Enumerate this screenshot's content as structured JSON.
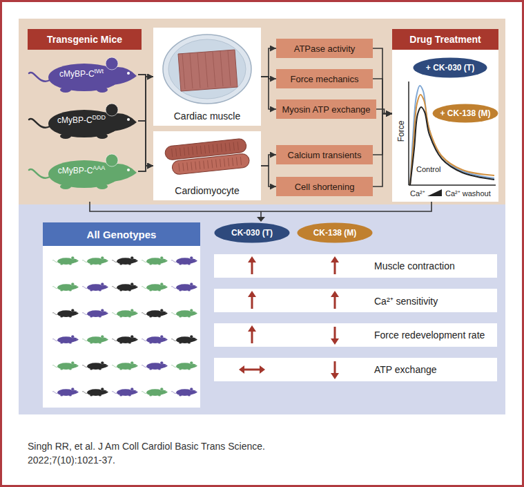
{
  "diagram": {
    "caption": "Singh RR, et al. J Am Coll Cardiol Basic Trans Science. 2022;7(10):1021-37.",
    "nodes": [
      {
        "text": [
          "Transgenic Mice"
        ]
      },
      {
        "text": [
          "cMyBP-C",
          "tWt"
        ]
      },
      {
        "text": [
          "cMyBP-C",
          "DDD"
        ]
      },
      {
        "text": [
          "cMyBP-C",
          "AAA"
        ]
      },
      {
        "text": [
          "Cardiac muscle"
        ]
      },
      {
        "text": [
          "Cardiomyocyte"
        ]
      },
      {
        "text": [
          "ATPase activity"
        ]
      },
      {
        "text": [
          "Force mechanics"
        ]
      },
      {
        "text": [
          "Myosin ATP exchange"
        ]
      },
      {
        "text": [
          "Calcium transients"
        ]
      },
      {
        "text": [
          "Cell shortening"
        ]
      },
      {
        "text": [
          "Drug Treatment"
        ]
      },
      {
        "text": [
          "+ CK-030 (T)"
        ],
        "in": 11
      },
      {
        "text": [
          "+ CK-138 (M)"
        ],
        "in": 11
      },
      {
        "text": [
          "All Genotypes"
        ]
      },
      {
        "text": [
          "CK-030 (T)"
        ]
      },
      {
        "text": [
          "CK-138 (M)"
        ]
      },
      {
        "text": [
          "Muscle contraction"
        ]
      },
      {
        "text": [
          "Ca²⁺ sensitivity"
        ]
      },
      {
        "text": [
          "Force redevelopment rate"
        ]
      },
      {
        "text": [
          "ATP exchange"
        ]
      }
    ],
    "edges": [
      {
        "from": 1,
        "to": 4,
        "arrow": "to"
      },
      {
        "from": 1,
        "to": 5,
        "arrow": "to"
      },
      {
        "from": 2,
        "to": 4,
        "arrow": "to"
      },
      {
        "from": 2,
        "to": 5,
        "arrow": "to"
      },
      {
        "from": 3,
        "to": 4,
        "arrow": "to"
      },
      {
        "from": 3,
        "to": 5,
        "arrow": "to"
      },
      {
        "from": 4,
        "to": 6,
        "arrow": "to"
      },
      {
        "from": 4,
        "to": 7,
        "arrow": "to"
      },
      {
        "from": 4,
        "to": 8,
        "arrow": "to"
      },
      {
        "from": 5,
        "to": 9,
        "arrow": "to"
      },
      {
        "from": 5,
        "to": 10,
        "arrow": "to"
      },
      {
        "from": 6,
        "to": 11,
        "arrow": "to"
      },
      {
        "from": 7,
        "to": 11,
        "arrow": "to"
      },
      {
        "from": 8,
        "to": 11,
        "arrow": "to"
      },
      {
        "from": 9,
        "to": 11,
        "arrow": "to"
      },
      {
        "from": 10,
        "to": 11,
        "arrow": "to"
      }
    ],
    "labels": [
      "Force",
      "Ca²⁺",
      "Ca²⁺ washout",
      "Control"
    ]
  }
}
